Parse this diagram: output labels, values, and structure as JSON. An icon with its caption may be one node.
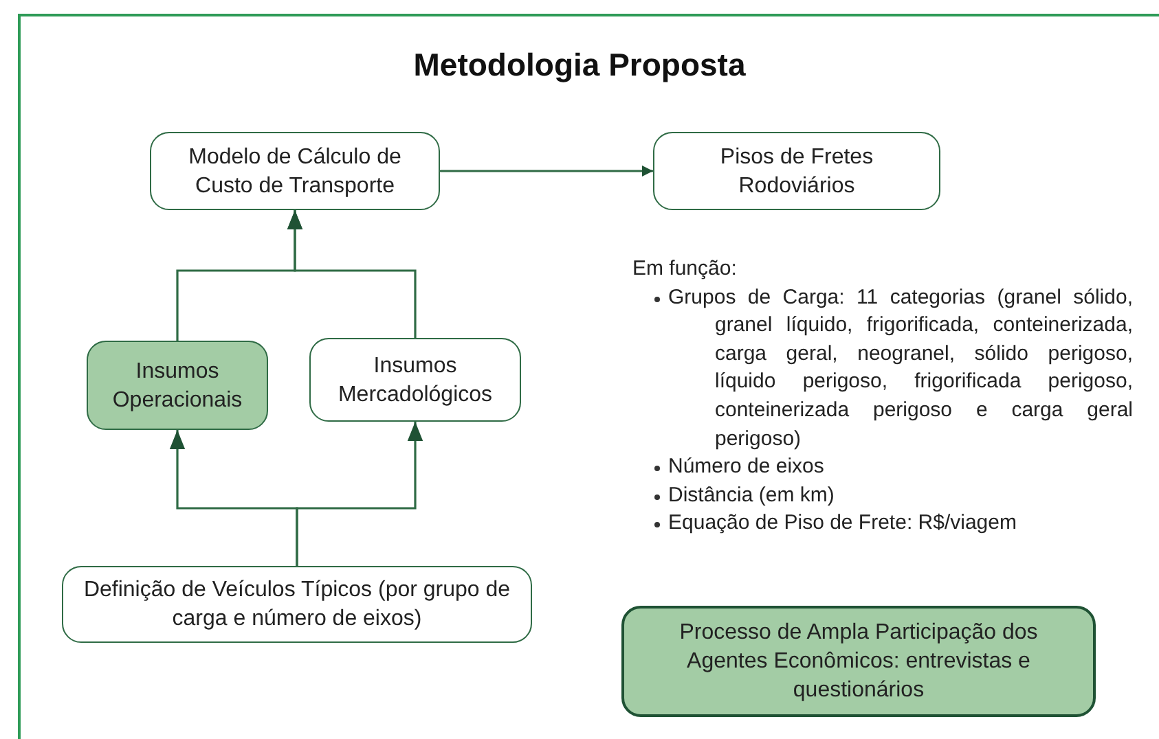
{
  "diagram": {
    "title": "Metodologia Proposta",
    "nodes": [
      {
        "text": [
          "Modelo de Cálculo de Custo de Transporte"
        ]
      },
      {
        "text": [
          "Pisos de Fretes Rodoviários"
        ]
      },
      {
        "text": [
          "Insumos Operacionais"
        ]
      },
      {
        "text": [
          "Insumos Mercadológicos"
        ]
      },
      {
        "text": [
          "Definição de Veículos Típicos (por grupo de carga e número de eixos)"
        ]
      },
      {
        "text": [
          "Processo de Ampla Participação dos Agentes Econômicos: entrevistas e questionários"
        ]
      }
    ],
    "edges": [
      {
        "from": 0,
        "to": 1,
        "arrow": "to"
      },
      {
        "from": 2,
        "to": 0,
        "arrow": "to"
      },
      {
        "from": 3,
        "to": 0,
        "arrow": "to"
      },
      {
        "from": 4,
        "to": 2,
        "arrow": "to"
      },
      {
        "from": 4,
        "to": 3,
        "arrow": "to"
      }
    ],
    "labels": [
      "Em função:",
      "Grupos de Carga: 11 categorias (granel sólido, granel líquido, frigorificada, conteinerizada, carga geral, neogranel, sólido perigoso, líquido perigoso, frigorificada perigoso, conteinerizada perigoso e carga geral perigoso)",
      "Número de eixos",
      "Distância (em km)",
      "Equação de Piso de Frete: R$/viagem"
    ]
  }
}
